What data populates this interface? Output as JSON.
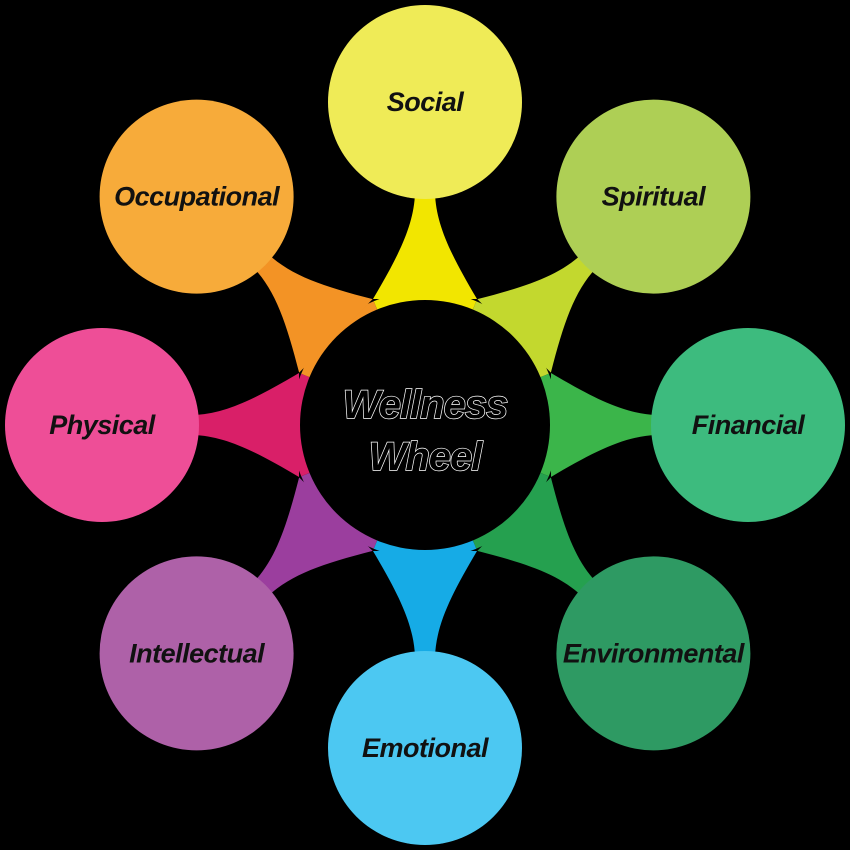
{
  "center": {
    "line1": "Wellness",
    "line2": "Wheel"
  },
  "segments": [
    {
      "key": "social",
      "label": "Social",
      "color": "#EFEB57",
      "stem": "#F2E600"
    },
    {
      "key": "spiritual",
      "label": "Spiritual",
      "color": "#AECF55",
      "stem": "#C3D82E"
    },
    {
      "key": "financial",
      "label": "Financial",
      "color": "#3DBB7E",
      "stem": "#3BB54A"
    },
    {
      "key": "environmental",
      "label": "Environmental",
      "color": "#2E9A63",
      "stem": "#25A04F"
    },
    {
      "key": "emotional",
      "label": "Emotional",
      "color": "#4CC8F2",
      "stem": "#16ABE6"
    },
    {
      "key": "intellectual",
      "label": "Intellectual",
      "color": "#AE61A8",
      "stem": "#9B3E9E"
    },
    {
      "key": "physical",
      "label": "Physical",
      "color": "#EE4E97",
      "stem": "#D91F68"
    },
    {
      "key": "occupational",
      "label": "Occupational",
      "color": "#F7AB3A",
      "stem": "#F39325"
    }
  ]
}
